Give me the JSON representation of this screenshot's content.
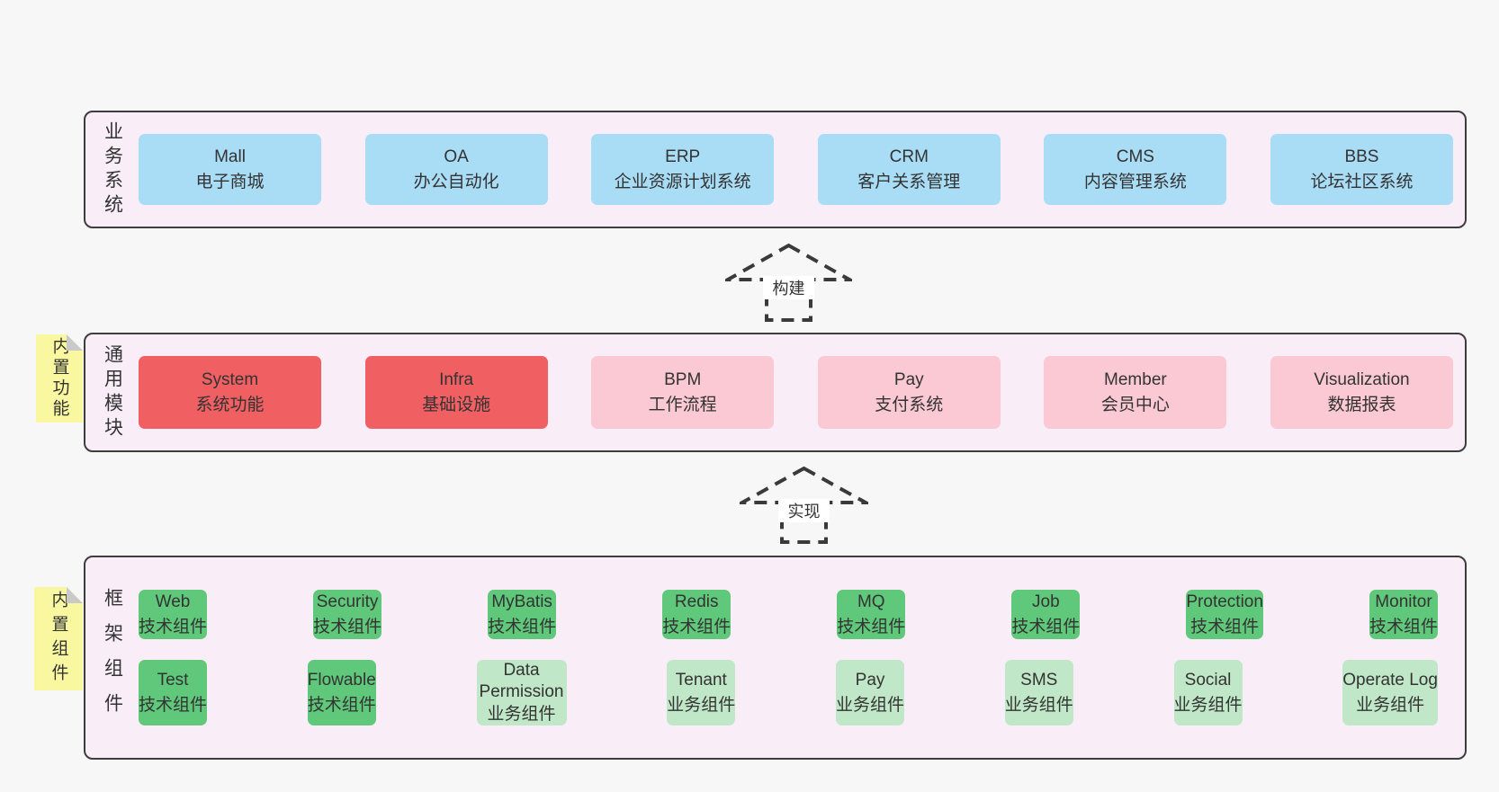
{
  "colors": {
    "page_bg": "#f7f7f7",
    "layer_bg": "#f9eef8",
    "layer_border": "#3d3d3d",
    "business_box": "#a9dcf5",
    "module_highlight_box": "#f05f62",
    "module_box": "#fac9d3",
    "tech_component_box": "#60c87a",
    "biz_component_box": "#c0e7c7",
    "sticky_note": "#f9f8a1",
    "sticky_fold": "#c9c9c9",
    "text": "#333333"
  },
  "notes": {
    "modules": {
      "label": "内置功能"
    },
    "components": {
      "label": "内置组件"
    }
  },
  "arrows": {
    "build": {
      "label": "构建"
    },
    "implement": {
      "label": "实现"
    }
  },
  "business": {
    "side_label": "业务系统",
    "boxes": [
      {
        "en": "Mall",
        "zh": "电子商城",
        "variant": "blue"
      },
      {
        "en": "OA",
        "zh": "办公自动化",
        "variant": "blue"
      },
      {
        "en": "ERP",
        "zh": "企业资源计划系统",
        "variant": "blue"
      },
      {
        "en": "CRM",
        "zh": "客户关系管理",
        "variant": "blue"
      },
      {
        "en": "CMS",
        "zh": "内容管理系统",
        "variant": "blue"
      },
      {
        "en": "BBS",
        "zh": "论坛社区系统",
        "variant": "blue"
      }
    ]
  },
  "modules": {
    "side_label": "通用模块",
    "boxes": [
      {
        "en": "System",
        "zh": "系统功能",
        "variant": "red"
      },
      {
        "en": "Infra",
        "zh": "基础设施",
        "variant": "red"
      },
      {
        "en": "BPM",
        "zh": "工作流程",
        "variant": "pink"
      },
      {
        "en": "Pay",
        "zh": "支付系统",
        "variant": "pink"
      },
      {
        "en": "Member",
        "zh": "会员中心",
        "variant": "pink"
      },
      {
        "en": "Visualization",
        "zh": "数据报表",
        "variant": "pink"
      }
    ]
  },
  "components": {
    "side_label": "框架组件",
    "row1": [
      {
        "en": "Web",
        "zh": "技术组件",
        "variant": "green"
      },
      {
        "en": "Security",
        "zh": "技术组件",
        "variant": "green"
      },
      {
        "en": "MyBatis",
        "zh": "技术组件",
        "variant": "green"
      },
      {
        "en": "Redis",
        "zh": "技术组件",
        "variant": "green"
      },
      {
        "en": "MQ",
        "zh": "技术组件",
        "variant": "green"
      },
      {
        "en": "Job",
        "zh": "技术组件",
        "variant": "green"
      },
      {
        "en": "Protection",
        "zh": "技术组件",
        "variant": "green"
      },
      {
        "en": "Monitor",
        "zh": "技术组件",
        "variant": "green"
      }
    ],
    "row2": [
      {
        "en": "Test",
        "zh": "技术组件",
        "variant": "green"
      },
      {
        "en": "Flowable",
        "zh": "技术组件",
        "variant": "green"
      },
      {
        "en": "Data Permission",
        "zh": "业务组件",
        "variant": "lightgreen"
      },
      {
        "en": "Tenant",
        "zh": "业务组件",
        "variant": "lightgreen"
      },
      {
        "en": "Pay",
        "zh": "业务组件",
        "variant": "lightgreen"
      },
      {
        "en": "SMS",
        "zh": "业务组件",
        "variant": "lightgreen"
      },
      {
        "en": "Social",
        "zh": "业务组件",
        "variant": "lightgreen"
      },
      {
        "en": "Operate Log",
        "zh": "业务组件",
        "variant": "lightgreen"
      }
    ]
  }
}
